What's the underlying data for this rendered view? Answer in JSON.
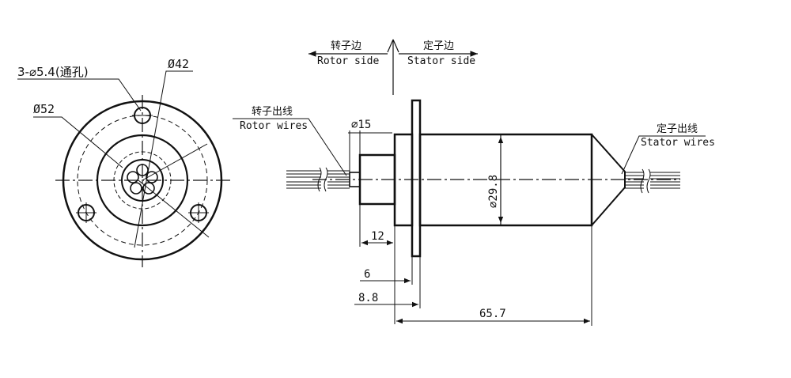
{
  "front_view": {
    "hole_label": "3-⌀5.4(通孔)",
    "dia_inner_label": "Ø42",
    "dia_outer_label": "Ø52"
  },
  "side_view": {
    "rotor_side_cn": "转子边",
    "rotor_side_en": "Rotor side",
    "stator_side_cn": "定子边",
    "stator_side_en": "Stator side",
    "rotor_wires_cn": "转子出线",
    "rotor_wires_en": "Rotor wires",
    "stator_wires_cn": "定子出线",
    "stator_wires_en": "Stator wires",
    "dia_shaft_label": "⌀15",
    "dia_body_label": "⌀29.8",
    "dim_12": "12",
    "dim_6": "6",
    "dim_8_8": "8.8",
    "dim_65_7": "65.7"
  }
}
